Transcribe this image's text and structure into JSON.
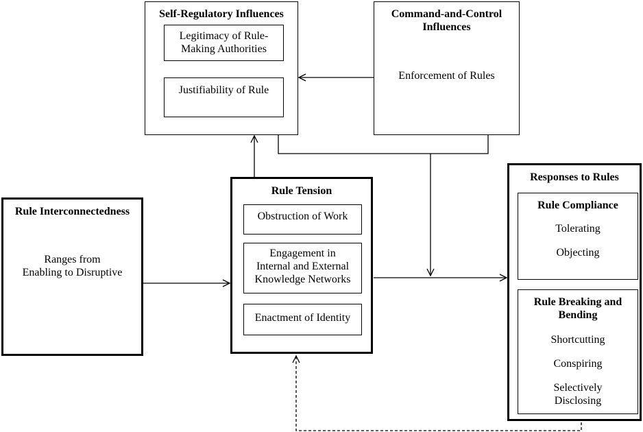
{
  "self_regulatory": {
    "title": "Self-Regulatory Influences",
    "items": [
      "Legitimacy of Rule-\nMaking Authorities",
      "Justifiability of Rule"
    ]
  },
  "command_control": {
    "title": "Command-and-Control\nInfluences",
    "body": "Enforcement of Rules"
  },
  "interconnectedness": {
    "title": "Rule Interconnectedness",
    "body": "Ranges from\nEnabling to Disruptive"
  },
  "tension": {
    "title": "Rule Tension",
    "items": [
      "Obstruction of Work",
      "Engagement in\nInternal and External\nKnowledge Networks",
      "Enactment of Identity"
    ]
  },
  "responses": {
    "title": "Responses to Rules",
    "compliance": {
      "title": "Rule Compliance",
      "items": [
        "Tolerating",
        "Objecting"
      ]
    },
    "breaking": {
      "title": "Rule Breaking and\nBending",
      "items": [
        "Shortcutting",
        "Conspiring",
        "Selectively\nDisclosing"
      ]
    }
  }
}
